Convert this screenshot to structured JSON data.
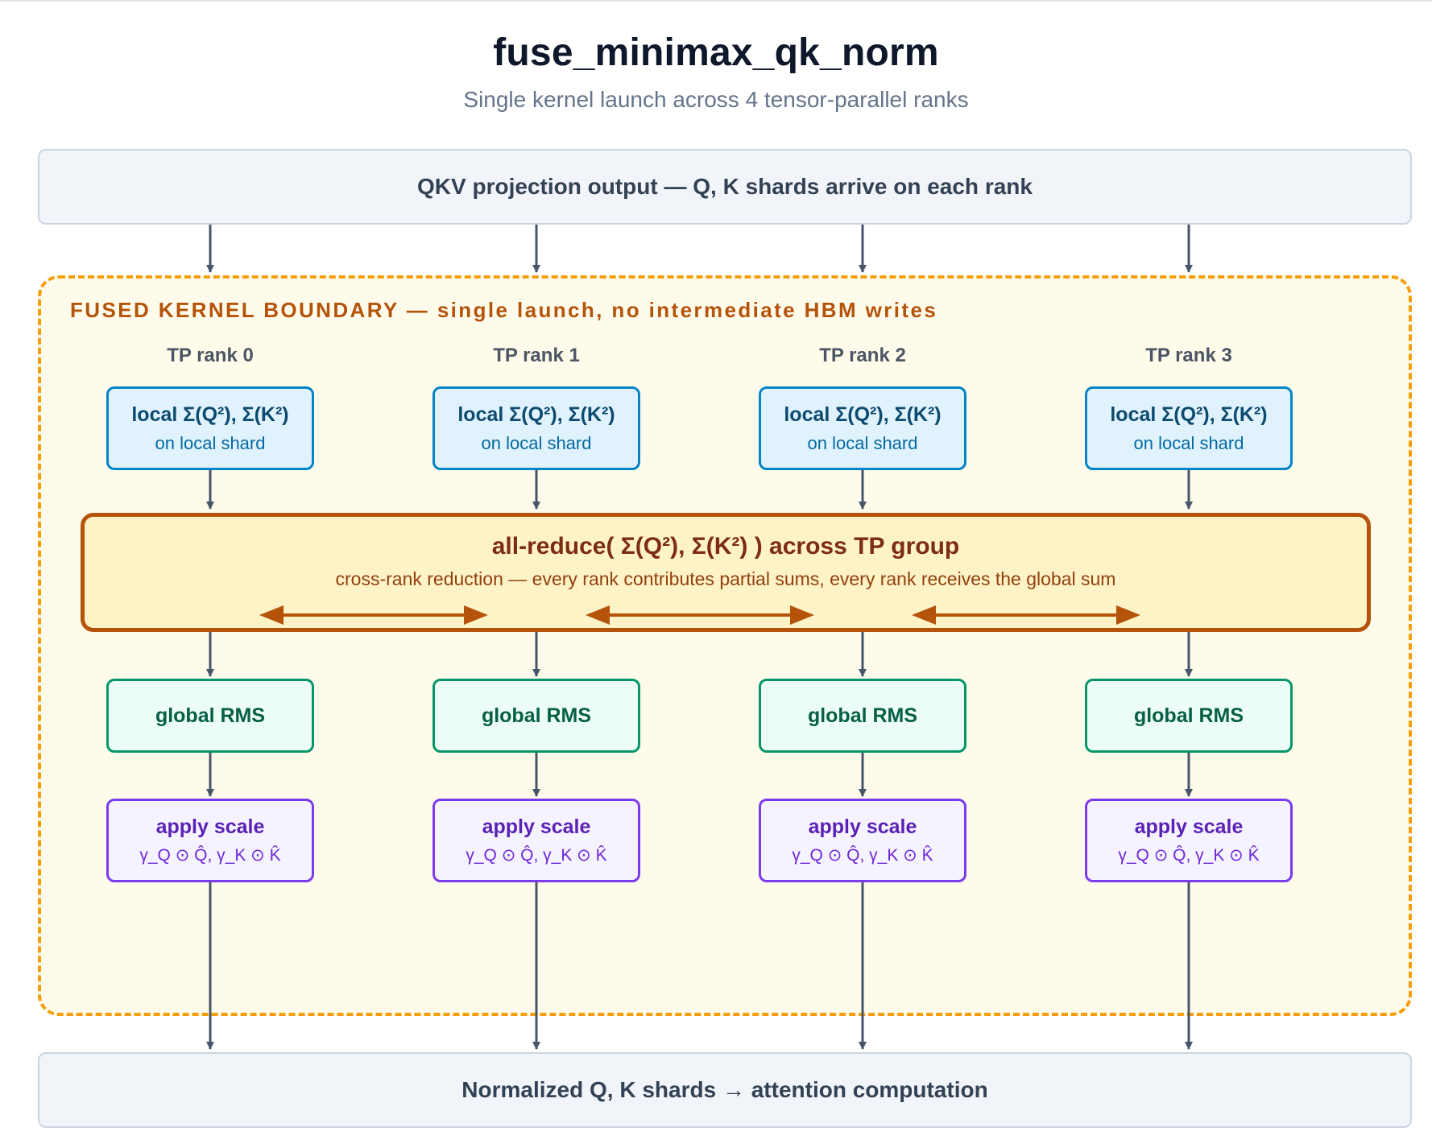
{
  "title": "fuse_minimax_qk_norm",
  "subtitle": "Single kernel launch across 4 tensor-parallel ranks",
  "input_box": "QKV projection output — Q, K shards arrive on each rank",
  "boundary_label": "FUSED KERNEL BOUNDARY — single launch, no intermediate HBM writes",
  "ranks": [
    {
      "label": "TP rank 0",
      "local_title": "local Σ(Q²), Σ(K²)",
      "local_sub": "on local shard",
      "rms": "global RMS",
      "scale_title": "apply scale",
      "scale_sub": "γ_Q ⊙ Q̂, γ_K ⊙ K̂"
    },
    {
      "label": "TP rank 1",
      "local_title": "local Σ(Q²), Σ(K²)",
      "local_sub": "on local shard",
      "rms": "global RMS",
      "scale_title": "apply scale",
      "scale_sub": "γ_Q ⊙ Q̂, γ_K ⊙ K̂"
    },
    {
      "label": "TP rank 2",
      "local_title": "local Σ(Q²), Σ(K²)",
      "local_sub": "on local shard",
      "rms": "global RMS",
      "scale_title": "apply scale",
      "scale_sub": "γ_Q ⊙ Q̂, γ_K ⊙ K̂"
    },
    {
      "label": "TP rank 3",
      "local_title": "local Σ(Q²), Σ(K²)",
      "local_sub": "on local shard",
      "rms": "global RMS",
      "scale_title": "apply scale",
      "scale_sub": "γ_Q ⊙ Q̂, γ_K ⊙ K̂"
    }
  ],
  "allreduce": {
    "title": "all-reduce( Σ(Q²), Σ(K²) ) across TP group",
    "subtitle": "cross-rank reduction — every rank contributes partial sums, every rank receives the global sum"
  },
  "output_box": "Normalized Q, K shards → attention computation",
  "colors": {
    "boundary": "#f59e0b",
    "allreduce_border": "#b45309",
    "local": "#0284c7",
    "rms": "#059669",
    "scale": "#7c3aed",
    "arrow": "#475569"
  }
}
